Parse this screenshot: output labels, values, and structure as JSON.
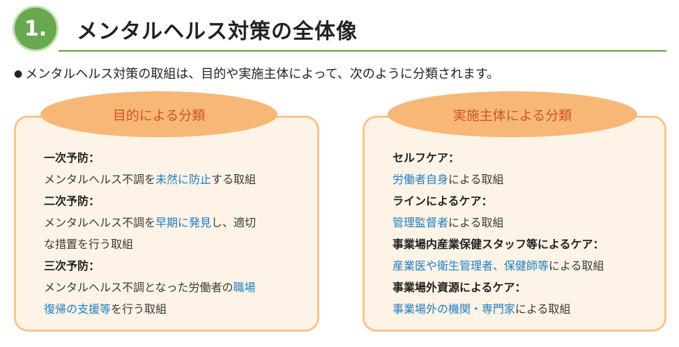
{
  "header": {
    "number": "1.",
    "title": "メンタルヘルス対策の全体像"
  },
  "intro": {
    "bullet": "●",
    "text": "メンタルヘルス対策の取組は、目的や実施主体によって、次のように分類されます。"
  },
  "left_panel": {
    "tab_label": "目的による分類",
    "items": [
      {
        "term": "一次予防：",
        "lines": [
          [
            "メンタルヘルス不調を",
            "未然に防止",
            "する取組"
          ]
        ]
      },
      {
        "term": "二次予防：",
        "lines": [
          [
            "メンタルヘルス不調を",
            "早期に発見",
            "し、適切"
          ],
          [
            "な措置を行う取組",
            "",
            ""
          ]
        ]
      },
      {
        "term": "三次予防：",
        "lines": [
          [
            "メンタルヘルス不調となった労働者の",
            "職場",
            ""
          ],
          [
            "",
            "復帰の支援等",
            "を行う取組"
          ]
        ]
      }
    ]
  },
  "right_panel": {
    "tab_label": "実施主体による分類",
    "items": [
      {
        "term": "セルフケア：",
        "lines": [
          [
            "",
            "労働者自身",
            "による取組"
          ]
        ]
      },
      {
        "term": "ラインによるケア：",
        "lines": [
          [
            "",
            "管理監督者",
            "による取組"
          ]
        ]
      },
      {
        "term": "事業場内産業保健スタッフ等によるケア：",
        "lines": [
          [
            "",
            "産業医や衛生管理者、保健師等",
            "による取組"
          ]
        ]
      },
      {
        "term": "事業場外資源によるケア：",
        "lines": [
          [
            "",
            "事業場外の機関・専門家",
            "による取組"
          ]
        ]
      }
    ]
  },
  "colors": {
    "accent_green": "#5b9f3a",
    "panel_border": "#f6c58a",
    "panel_fill": "#fdf3e6",
    "tab_fill": "#f7b877",
    "tab_text": "#d0541e",
    "highlight_blue": "#1f7ec4"
  }
}
